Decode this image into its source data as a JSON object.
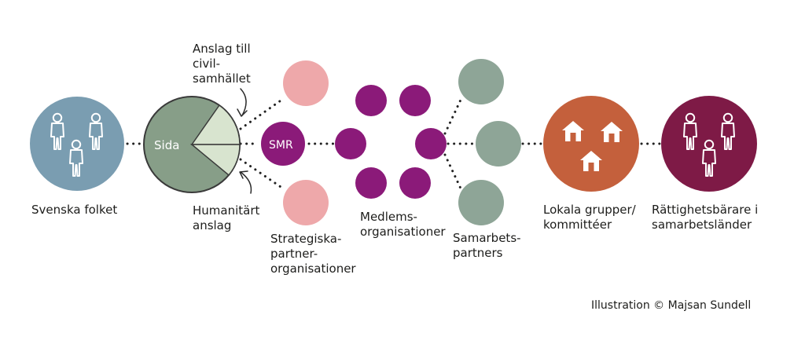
{
  "colors": {
    "blue": "#7a9db1",
    "sida_green": "#879e88",
    "sida_light": "#d8e4cf",
    "pink": "#eea8aa",
    "purple": "#8b1a79",
    "grey_green": "#8ea597",
    "orange": "#c4603c",
    "maroon": "#7e1a46",
    "dots": "#222222"
  },
  "icons": {
    "svenska_folket": "people-icon",
    "lokala_grupper": "houses-icon",
    "rattighetsbarare": "people-icon"
  },
  "nodes": {
    "sida": "Sida",
    "smr": "SMR"
  },
  "labels": {
    "svenska_folket": "Svenska folket",
    "anslag_civil": "Anslag till\ncivil-\nsamhället",
    "humanitart": "Humanitärt\nanslag",
    "strategiska": "Strategiska-\npartner-\norganisationer",
    "medlems": "Medlems-\norganisationer",
    "samarbets": "Samarbets-\npartners",
    "lokala": "Lokala grupper/\nkommittéer",
    "rattighet": "Rättighetsbärare i\nsamarbetsländer"
  },
  "credit": "Illustration © Majsan Sundell"
}
